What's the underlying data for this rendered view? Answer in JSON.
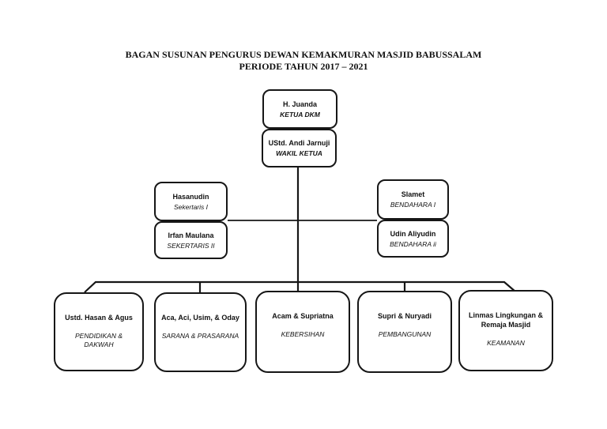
{
  "title": {
    "line1": "BAGAN SUSUNAN PENGURUS DEWAN KEMAKMURAN MASJID BABUSSALAM",
    "line2": "PERIODE TAHUN 2017 – 2021"
  },
  "org": {
    "ketua": {
      "name": "H. Juanda",
      "role": "KETUA DKM"
    },
    "wakil_ketua": {
      "name": "UStd. Andi Jarnuji",
      "role": "WAKIL KETUA"
    },
    "sekretaris_1": {
      "name": "Hasanudin",
      "role": "Sekertaris I"
    },
    "sekretaris_2": {
      "name": "Irfan Maulana",
      "role": "SEKERTARIS II"
    },
    "bendahara_1": {
      "name": "Slamet",
      "role": "BENDAHARA I"
    },
    "bendahara_2": {
      "name": "Udin Aliyudin",
      "role": "BENDAHARA ii"
    },
    "divisi": [
      {
        "name": "Ustd. Hasan & Agus",
        "role": "PENDIDIKAN & DAKWAH"
      },
      {
        "name": "Aca, Aci, Usim, & Oday",
        "role": "SARANA & PRASARANA"
      },
      {
        "name": "Acam & Supriatna",
        "role": "KEBERSIHAN"
      },
      {
        "name": "Supri & Nuryadi",
        "role": "PEMBANGUNAN"
      },
      {
        "name": "Linmas Lingkungan & Remaja Masjid",
        "role": "KEAMANAN"
      }
    ]
  },
  "colors": {
    "ink": "#111111",
    "background": "#ffffff"
  }
}
